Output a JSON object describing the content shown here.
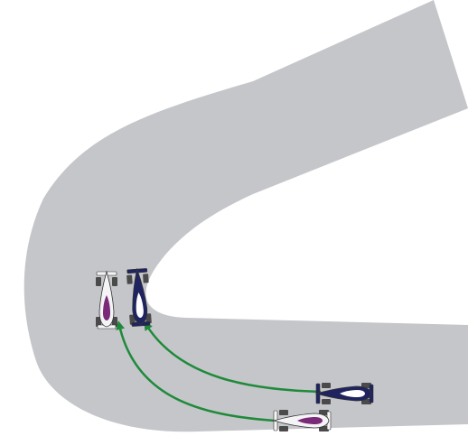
{
  "colors": {
    "background": "#ffffff",
    "track": "#c5c6ca",
    "path_arrow": "#1f8a3a",
    "car_white_body": "#f4f4f6",
    "car_white_accent": "#7a2a78",
    "car_blue_body": "#1f2460",
    "car_blue_accent": "#ffffff",
    "tyre": "#4a4a4a"
  },
  "diagram": {
    "track": {
      "shape": "hairpin-bend",
      "icon": "track-hairpin"
    },
    "cars": [
      {
        "id": "white-car",
        "livery": "white-purple",
        "icon": "race-car-icon"
      },
      {
        "id": "blue-car",
        "livery": "navy-white",
        "icon": "race-car-icon"
      }
    ],
    "paths": [
      {
        "from": "white-car-before",
        "to": "white-car-after",
        "icon": "arrow-icon"
      },
      {
        "from": "blue-car-before",
        "to": "blue-car-after",
        "icon": "arrow-icon"
      }
    ]
  }
}
